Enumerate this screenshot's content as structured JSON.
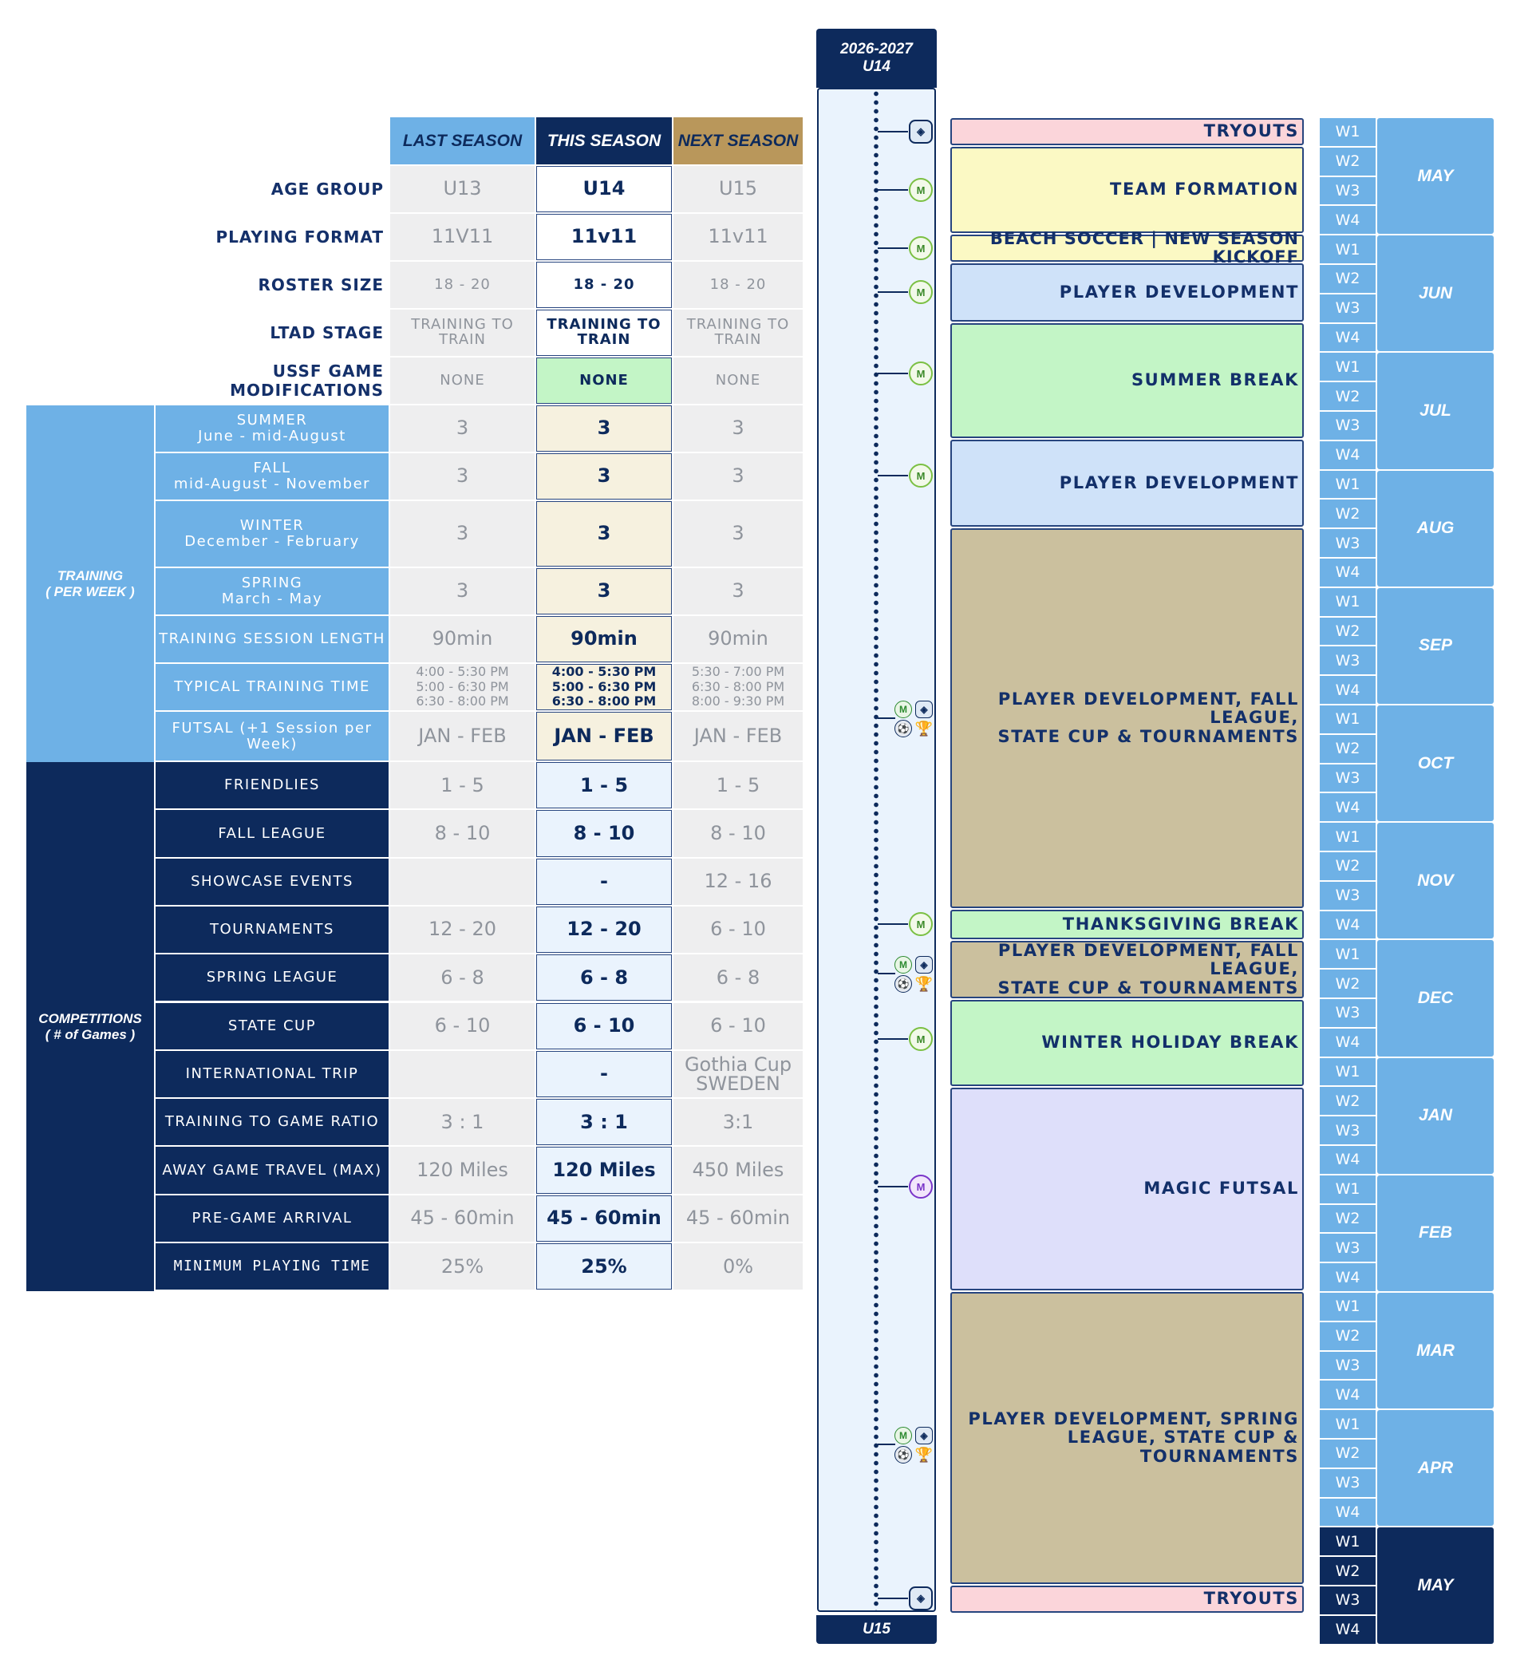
{
  "timeline": {
    "header_season": "2026-2027",
    "header_group": "U14",
    "footer_group": "U15"
  },
  "table": {
    "headers": {
      "last": "LAST SEASON",
      "this": "THIS SEASON",
      "next": "NEXT SEASON"
    },
    "rows": [
      {
        "label": "AGE GROUP",
        "last": "U13",
        "this": "U14",
        "next": "U15"
      },
      {
        "label": "PLAYING FORMAT",
        "last": "11V11",
        "this": "11v11",
        "next": "11v11"
      },
      {
        "label": "ROSTER SIZE",
        "last": "18 - 20",
        "this": "18 - 20",
        "next": "18 - 20"
      },
      {
        "label": "LTAD STAGE",
        "last": "TRAINING TO\nTRAIN",
        "this": "TRAINING TO\nTRAIN",
        "next": "TRAINING TO\nTRAIN"
      },
      {
        "label": "USSF GAME MODIFICATIONS",
        "last": "NONE",
        "this": "NONE",
        "next": "NONE"
      }
    ],
    "training_group": "TRAINING\n( PER WEEK )",
    "training_rows": [
      {
        "label": "SUMMER\nJune - mid-August",
        "last": "3",
        "this": "3",
        "next": "3"
      },
      {
        "label": "FALL\nmid-August - November",
        "last": "3",
        "this": "3",
        "next": "3"
      },
      {
        "label": "WINTER\nDecember - February",
        "last": "3",
        "this": "3",
        "next": "3"
      },
      {
        "label": "SPRING\nMarch - May",
        "last": "3",
        "this": "3",
        "next": "3"
      },
      {
        "label": "TRAINING SESSION LENGTH",
        "last": "90min",
        "this": "90min",
        "next": "90min"
      },
      {
        "label": "TYPICAL TRAINING TIME",
        "last": "4:00 - 5:30 PM\n5:00 - 6:30 PM\n6:30 - 8:00 PM",
        "this": "4:00 - 5:30 PM\n5:00 - 6:30 PM\n6:30 - 8:00 PM",
        "next": "5:30 - 7:00 PM\n6:30 - 8:00 PM\n8:00 - 9:30 PM"
      },
      {
        "label": "FUTSAL (+1 Session per Week)",
        "last": "JAN - FEB",
        "this": "JAN - FEB",
        "next": "JAN - FEB"
      }
    ],
    "competitions_group": "COMPETITIONS\n( # of Games )",
    "competition_rows": [
      {
        "label": "FRIENDLIES",
        "last": "1 - 5",
        "this": "1 - 5",
        "next": "1 - 5"
      },
      {
        "label": "FALL LEAGUE",
        "last": "8 - 10",
        "this": "8 - 10",
        "next": "8 - 10"
      },
      {
        "label": "SHOWCASE EVENTS",
        "last": "",
        "this": "-",
        "next": "12 - 16"
      },
      {
        "label": "TOURNAMENTS",
        "last": "12 - 20",
        "this": "12 - 20",
        "next": "6 - 10"
      },
      {
        "label": "SPRING LEAGUE",
        "last": "6 - 8",
        "this": "6 - 8",
        "next": "6 - 8"
      },
      {
        "label": "STATE CUP",
        "last": "6 - 10",
        "this": "6 - 10",
        "next": "6 - 10"
      },
      {
        "label": "INTERNATIONAL TRIP",
        "last": "",
        "this": "-",
        "next": "Gothia Cup\nSWEDEN"
      },
      {
        "label": "TRAINING TO GAME RATIO",
        "last": "3 : 1",
        "this": "3 : 1",
        "next": "3:1"
      },
      {
        "label": "AWAY GAME TRAVEL (MAX)",
        "last": "120 Miles",
        "this": "120 Miles",
        "next": "450 Miles"
      },
      {
        "label": "PRE-GAME ARRIVAL",
        "last": "45 - 60min",
        "this": "45 - 60min",
        "next": "45 - 60min"
      },
      {
        "label": "MINIMUM PLAYING TIME",
        "last": "25%",
        "this": "25%",
        "next": "0%"
      }
    ]
  },
  "blocks": [
    {
      "label": "TRYOUTS",
      "color": "#fbd5da"
    },
    {
      "label": "TEAM FORMATION",
      "color": "#fbf9c4"
    },
    {
      "label": "BEACH SOCCER | NEW SEASON KICKOFF",
      "color": "#fbf9c4"
    },
    {
      "label": "PLAYER DEVELOPMENT",
      "color": "#cfe2f9"
    },
    {
      "label": "SUMMER BREAK",
      "color": "#c3f5c6"
    },
    {
      "label": "PLAYER DEVELOPMENT",
      "color": "#cfe2f9"
    },
    {
      "label": "PLAYER DEVELOPMENT, FALL LEAGUE,\nSTATE CUP & TOURNAMENTS",
      "color": "#cbc09e"
    },
    {
      "label": "THANKSGIVING BREAK",
      "color": "#c3f5c6"
    },
    {
      "label": "PLAYER DEVELOPMENT, FALL LEAGUE,\nSTATE CUP & TOURNAMENTS",
      "color": "#cbc09e"
    },
    {
      "label": "WINTER HOLIDAY BREAK",
      "color": "#c3f5c6"
    },
    {
      "label": "MAGIC FUTSAL",
      "color": "#dedffa"
    },
    {
      "label": "PLAYER DEVELOPMENT, SPRING\nLEAGUE, STATE CUP & TOURNAMENTS",
      "color": "#cbc09e"
    },
    {
      "label": "TRYOUTS",
      "color": "#fbd5da"
    }
  ],
  "weeks": [
    "W1",
    "W2",
    "W3",
    "W4"
  ],
  "months": [
    "MAY",
    "JUN",
    "JUL",
    "AUG",
    "SEP",
    "OCT",
    "NOV",
    "DEC",
    "JAN",
    "FEB",
    "MAR",
    "APR",
    "MAY"
  ],
  "icons": [
    "club-crest-icon",
    "magic-logo-icon",
    "magic-logo-icon",
    "magic-logo-icon",
    "magic-logo-icon",
    "magic-logo-icon",
    "competitions-icon-cluster",
    "magic-logo-icon",
    "competitions-icon-cluster",
    "magic-logo-icon",
    "magic-futsal-logo-icon",
    "competitions-icon-cluster",
    "club-crest-icon"
  ],
  "colors": {
    "navy": "#0d2a5c",
    "light_blue": "#6eb1e6",
    "gold": "#b9975b",
    "cream": "#f6f1df",
    "green": "#c3f5c6",
    "grey": "#eeeeef"
  }
}
